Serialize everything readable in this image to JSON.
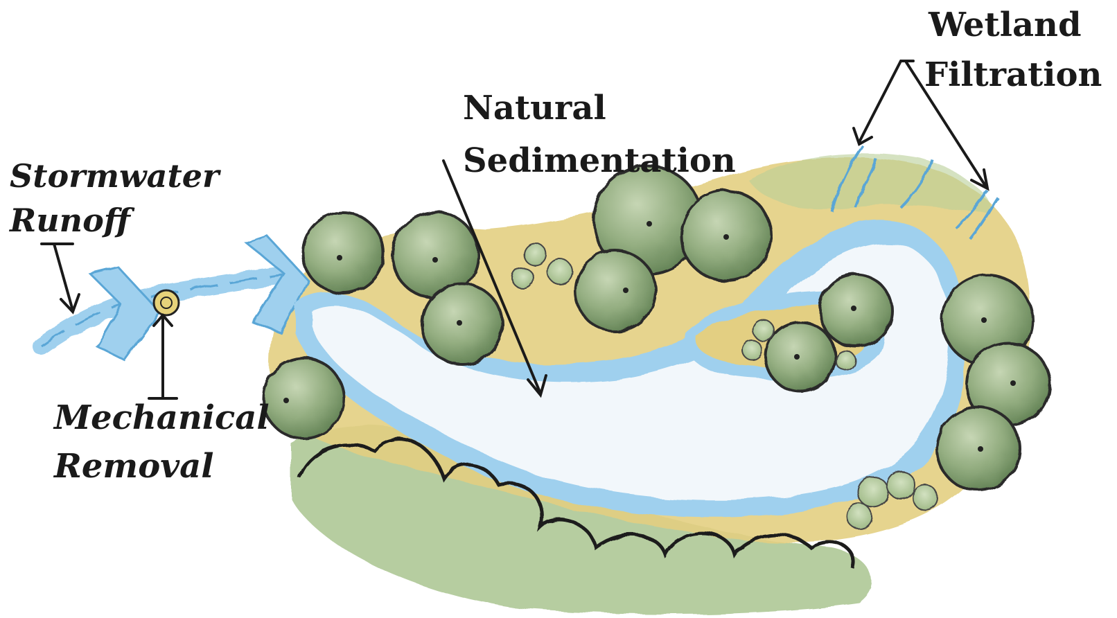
{
  "labels": {
    "stormwater_runoff": {
      "line1": "Stormwater",
      "line2": "Runoff"
    },
    "mechanical_removal": {
      "line1": "Mechanical",
      "line2": "Removal"
    },
    "natural_sedimentation": {
      "line1": "Natural",
      "line2": "Sedimentation"
    },
    "wetland_filtration": {
      "line1": "Wetland",
      "line2": "Filtration"
    }
  },
  "colors": {
    "water": "#9fd0ee",
    "water_edge": "#5aa6d6",
    "pond_interior": "#f2f7fb",
    "sand": "#e3cf82",
    "tree_fill": "#8ea97b",
    "tree_dark": "#5f7f52",
    "shrub_green": "#a9c48f",
    "ink": "#222222",
    "filter_device": "#e6d27a"
  }
}
